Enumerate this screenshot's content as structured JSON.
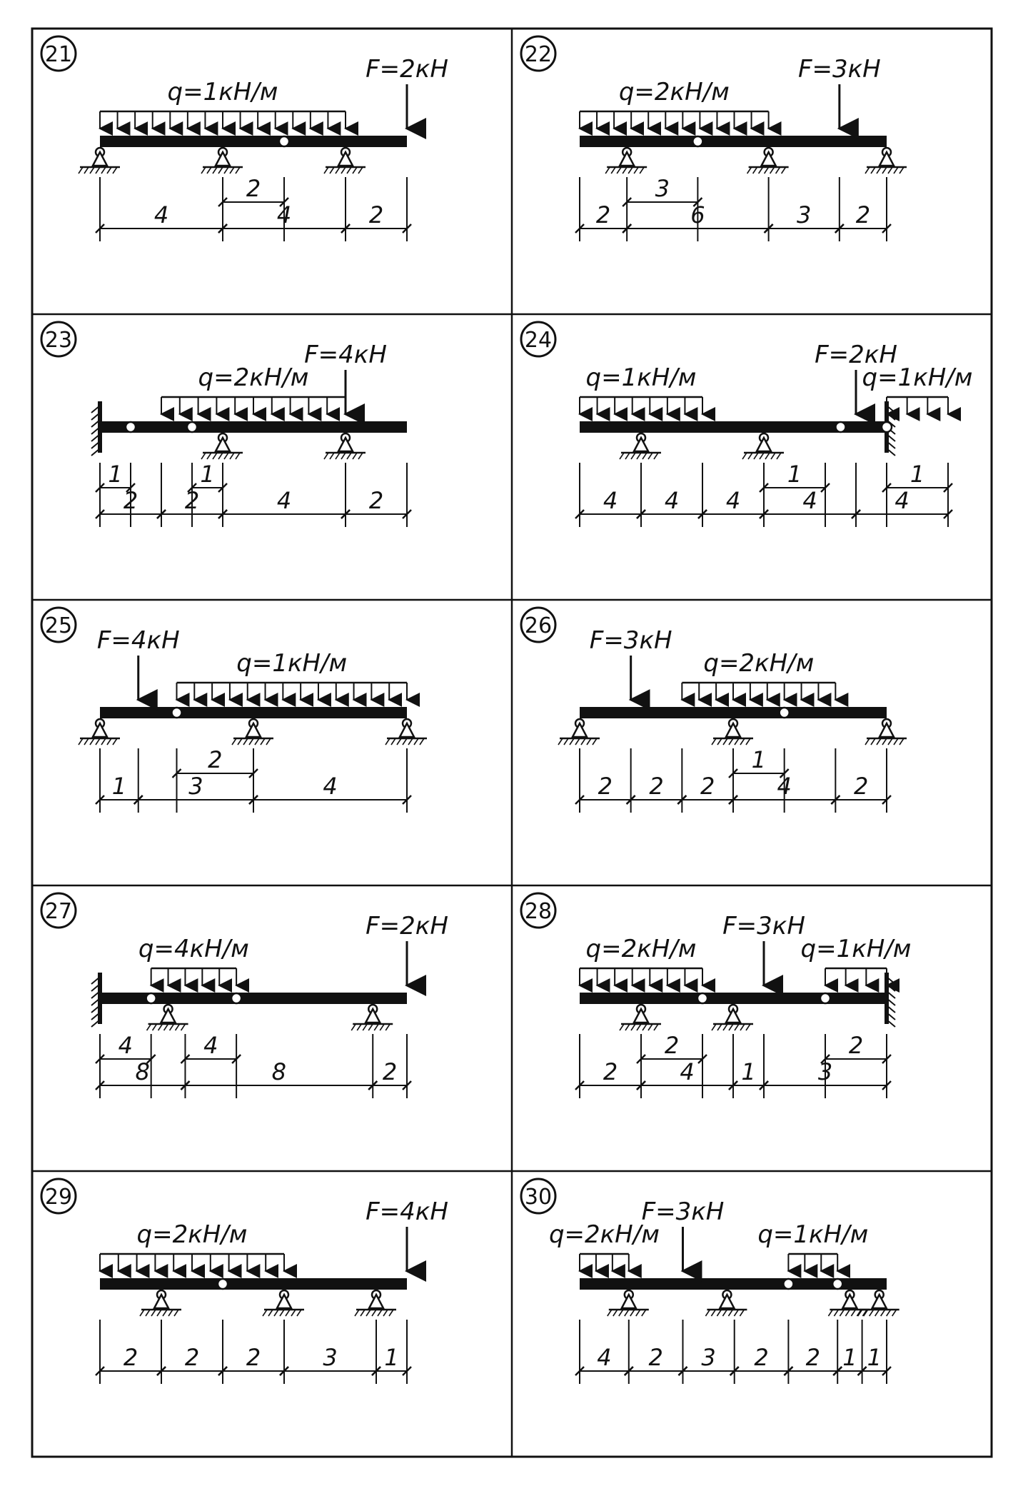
{
  "problems": [
    {
      "id": "21",
      "L": 10,
      "beam": {
        "left": "free",
        "right": "free"
      },
      "supports": [
        {
          "x": 0,
          "type": "pin"
        },
        {
          "x": 4,
          "type": "roller"
        },
        {
          "x": 8,
          "type": "roller"
        }
      ],
      "hinges": [
        6
      ],
      "dist_loads": [
        {
          "from": 0,
          "to": 8,
          "label": "q=1кН/м"
        }
      ],
      "forces": [
        {
          "x": 10,
          "label": "F=2кН"
        }
      ],
      "dims": [
        {
          "row": 2,
          "from": 0,
          "to": 4,
          "label": "4"
        },
        {
          "row": 2,
          "from": 4,
          "to": 8,
          "label": "4"
        },
        {
          "row": 2,
          "from": 8,
          "to": 10,
          "label": "2"
        },
        {
          "row": 1,
          "from": 4,
          "to": 6,
          "label": "2"
        }
      ]
    },
    {
      "id": "22",
      "L": 13,
      "beam": {
        "left": "free",
        "right": "free"
      },
      "supports": [
        {
          "x": 2,
          "type": "pin"
        },
        {
          "x": 8,
          "type": "roller"
        },
        {
          "x": 13,
          "type": "roller"
        }
      ],
      "hinges": [
        5
      ],
      "dist_loads": [
        {
          "from": 0,
          "to": 8,
          "label": "q=2кН/м"
        }
      ],
      "forces": [
        {
          "x": 11,
          "label": "F=3кН"
        }
      ],
      "dims": [
        {
          "row": 2,
          "from": 0,
          "to": 2,
          "label": "2"
        },
        {
          "row": 2,
          "from": 2,
          "to": 8,
          "label": "6"
        },
        {
          "row": 2,
          "from": 8,
          "to": 11,
          "label": "3"
        },
        {
          "row": 2,
          "from": 11,
          "to": 13,
          "label": "2"
        },
        {
          "row": 1,
          "from": 2,
          "to": 5,
          "label": "3"
        }
      ]
    },
    {
      "id": "23",
      "L": 10,
      "beam": {
        "left": "fixed",
        "right": "free"
      },
      "supports": [
        {
          "x": 4,
          "type": "pin"
        },
        {
          "x": 8,
          "type": "roller"
        }
      ],
      "hinges": [
        1,
        3
      ],
      "dist_loads": [
        {
          "from": 2,
          "to": 8,
          "label": "q=2кН/м"
        }
      ],
      "forces": [
        {
          "x": 8,
          "label": "F=4кН"
        }
      ],
      "dims": [
        {
          "row": 2,
          "from": 0,
          "to": 2,
          "label": "2"
        },
        {
          "row": 2,
          "from": 2,
          "to": 4,
          "label": "2"
        },
        {
          "row": 2,
          "from": 4,
          "to": 8,
          "label": "4"
        },
        {
          "row": 2,
          "from": 8,
          "to": 10,
          "label": "2"
        },
        {
          "row": 1,
          "from": 0,
          "to": 1,
          "label": "1"
        },
        {
          "row": 1,
          "from": 3,
          "to": 4,
          "label": "1"
        }
      ]
    },
    {
      "id": "24",
      "L": 20,
      "beam": {
        "left": "free",
        "right": "fixed"
      },
      "supports": [
        {
          "x": 4,
          "type": "pin"
        },
        {
          "x": 12,
          "type": "roller"
        }
      ],
      "hinges": [
        17,
        20
      ],
      "dist_loads": [
        {
          "from": 0,
          "to": 8,
          "label": "q=1кН/м"
        },
        {
          "from": 20,
          "to": 24,
          "label": "q=1кН/м"
        }
      ],
      "forces": [
        {
          "x": 18,
          "label": "F=2кН"
        }
      ],
      "dims": [
        {
          "row": 2,
          "from": 0,
          "to": 4,
          "label": "4"
        },
        {
          "row": 2,
          "from": 4,
          "to": 8,
          "label": "4"
        },
        {
          "row": 2,
          "from": 8,
          "to": 12,
          "label": "4"
        },
        {
          "row": 2,
          "from": 12,
          "to": 18,
          "label": "4"
        },
        {
          "row": 2,
          "from": 18,
          "to": 24,
          "label": "4"
        },
        {
          "row": 1,
          "from": 12,
          "to": 16,
          "label": "1"
        },
        {
          "row": 1,
          "from": 20,
          "to": 24,
          "label": "1"
        }
      ]
    },
    {
      "id": "25",
      "L": 8,
      "beam": {
        "left": "free",
        "right": "free"
      },
      "supports": [
        {
          "x": 0,
          "type": "pin"
        },
        {
          "x": 4,
          "type": "roller"
        },
        {
          "x": 8,
          "type": "roller"
        }
      ],
      "hinges": [
        2
      ],
      "dist_loads": [
        {
          "from": 2,
          "to": 8,
          "label": "q=1кН/м"
        }
      ],
      "forces": [
        {
          "x": 1,
          "label": "F=4кН"
        }
      ],
      "dims": [
        {
          "row": 2,
          "from": 0,
          "to": 1,
          "label": "1"
        },
        {
          "row": 2,
          "from": 1,
          "to": 4,
          "label": "3"
        },
        {
          "row": 2,
          "from": 4,
          "to": 8,
          "label": "4"
        },
        {
          "row": 1,
          "from": 2,
          "to": 4,
          "label": "2"
        }
      ]
    },
    {
      "id": "26",
      "L": 12,
      "beam": {
        "left": "free",
        "right": "free"
      },
      "supports": [
        {
          "x": 0,
          "type": "pin"
        },
        {
          "x": 6,
          "type": "roller"
        },
        {
          "x": 12,
          "type": "roller"
        }
      ],
      "hinges": [
        8
      ],
      "dist_loads": [
        {
          "from": 4,
          "to": 10,
          "label": "q=2кН/м"
        }
      ],
      "forces": [
        {
          "x": 2,
          "label": "F=3кН"
        }
      ],
      "dims": [
        {
          "row": 2,
          "from": 0,
          "to": 2,
          "label": "2"
        },
        {
          "row": 2,
          "from": 2,
          "to": 4,
          "label": "2"
        },
        {
          "row": 2,
          "from": 4,
          "to": 6,
          "label": "2"
        },
        {
          "row": 2,
          "from": 6,
          "to": 10,
          "label": "4"
        },
        {
          "row": 2,
          "from": 10,
          "to": 12,
          "label": "2"
        },
        {
          "row": 1,
          "from": 6,
          "to": 8,
          "label": "1"
        }
      ]
    },
    {
      "id": "27",
      "L": 18,
      "beam": {
        "left": "fixed",
        "right": "free"
      },
      "supports": [
        {
          "x": 4,
          "type": "pin"
        },
        {
          "x": 16,
          "type": "roller"
        }
      ],
      "hinges": [
        3,
        8
      ],
      "dist_loads": [
        {
          "from": 3,
          "to": 8,
          "label": "q=4кН/м"
        }
      ],
      "forces": [
        {
          "x": 18,
          "label": "F=2кН"
        }
      ],
      "dims": [
        {
          "row": 2,
          "from": 0,
          "to": 5,
          "label": "8"
        },
        {
          "row": 2,
          "from": 5,
          "to": 16,
          "label": "8"
        },
        {
          "row": 2,
          "from": 16,
          "to": 18,
          "label": "2"
        },
        {
          "row": 1,
          "from": 0,
          "to": 3,
          "label": "4"
        },
        {
          "row": 1,
          "from": 5,
          "to": 8,
          "label": "4"
        }
      ]
    },
    {
      "id": "28",
      "L": 10,
      "beam": {
        "left": "free",
        "right": "fixed"
      },
      "supports": [
        {
          "x": 2,
          "type": "pin"
        },
        {
          "x": 5,
          "type": "roller"
        }
      ],
      "hinges": [
        4,
        8
      ],
      "dist_loads": [
        {
          "from": 0,
          "to": 4,
          "label": "q=2кН/м"
        },
        {
          "from": 8,
          "to": 10,
          "label": "q=1кН/м"
        }
      ],
      "forces": [
        {
          "x": 6,
          "label": "F=3кН"
        }
      ],
      "dims": [
        {
          "row": 2,
          "from": 0,
          "to": 2,
          "label": "2"
        },
        {
          "row": 2,
          "from": 2,
          "to": 5,
          "label": "4"
        },
        {
          "row": 2,
          "from": 5,
          "to": 6,
          "label": "1"
        },
        {
          "row": 2,
          "from": 6,
          "to": 10,
          "label": "3"
        },
        {
          "row": 1,
          "from": 2,
          "to": 4,
          "label": "2"
        },
        {
          "row": 1,
          "from": 8,
          "to": 10,
          "label": "2"
        }
      ]
    },
    {
      "id": "29",
      "L": 10,
      "beam": {
        "left": "free",
        "right": "free"
      },
      "supports": [
        {
          "x": 2,
          "type": "pin"
        },
        {
          "x": 6,
          "type": "roller"
        },
        {
          "x": 9,
          "type": "roller"
        }
      ],
      "hinges": [
        4
      ],
      "dist_loads": [
        {
          "from": 0,
          "to": 6,
          "label": "q=2кН/м"
        }
      ],
      "forces": [
        {
          "x": 10,
          "label": "F=4кН"
        }
      ],
      "dims": [
        {
          "row": 2,
          "from": 0,
          "to": 2,
          "label": "2"
        },
        {
          "row": 2,
          "from": 2,
          "to": 4,
          "label": "2"
        },
        {
          "row": 2,
          "from": 4,
          "to": 6,
          "label": "2"
        },
        {
          "row": 2,
          "from": 6,
          "to": 9,
          "label": "3"
        },
        {
          "row": 2,
          "from": 9,
          "to": 10,
          "label": "1"
        }
      ]
    },
    {
      "id": "30",
      "L": 12.5,
      "beam": {
        "left": "free",
        "right": "free"
      },
      "supports": [
        {
          "x": 2,
          "type": "pin"
        },
        {
          "x": 6,
          "type": "roller"
        },
        {
          "x": 11,
          "type": "pin"
        },
        {
          "x": 12.2,
          "type": "roller"
        }
      ],
      "hinges": [
        8.5,
        10.5
      ],
      "dist_loads": [
        {
          "from": 0,
          "to": 2,
          "label": "q=2кН/м"
        },
        {
          "from": 8.5,
          "to": 10.5,
          "label": "q=1кН/м"
        }
      ],
      "forces": [
        {
          "x": 4.2,
          "label": "F=3кН"
        }
      ],
      "dims": [
        {
          "row": 2,
          "from": 0,
          "to": 2,
          "label": "4"
        },
        {
          "row": 2,
          "from": 2,
          "to": 4.2,
          "label": "2"
        },
        {
          "row": 2,
          "from": 4.2,
          "to": 6.3,
          "label": "3"
        },
        {
          "row": 2,
          "from": 6.3,
          "to": 8.5,
          "label": "2"
        },
        {
          "row": 2,
          "from": 8.5,
          "to": 10.5,
          "label": "2"
        },
        {
          "row": 2,
          "from": 10.5,
          "to": 11.5,
          "label": "1"
        },
        {
          "row": 2,
          "from": 11.5,
          "to": 12.5,
          "label": "1"
        }
      ]
    }
  ]
}
